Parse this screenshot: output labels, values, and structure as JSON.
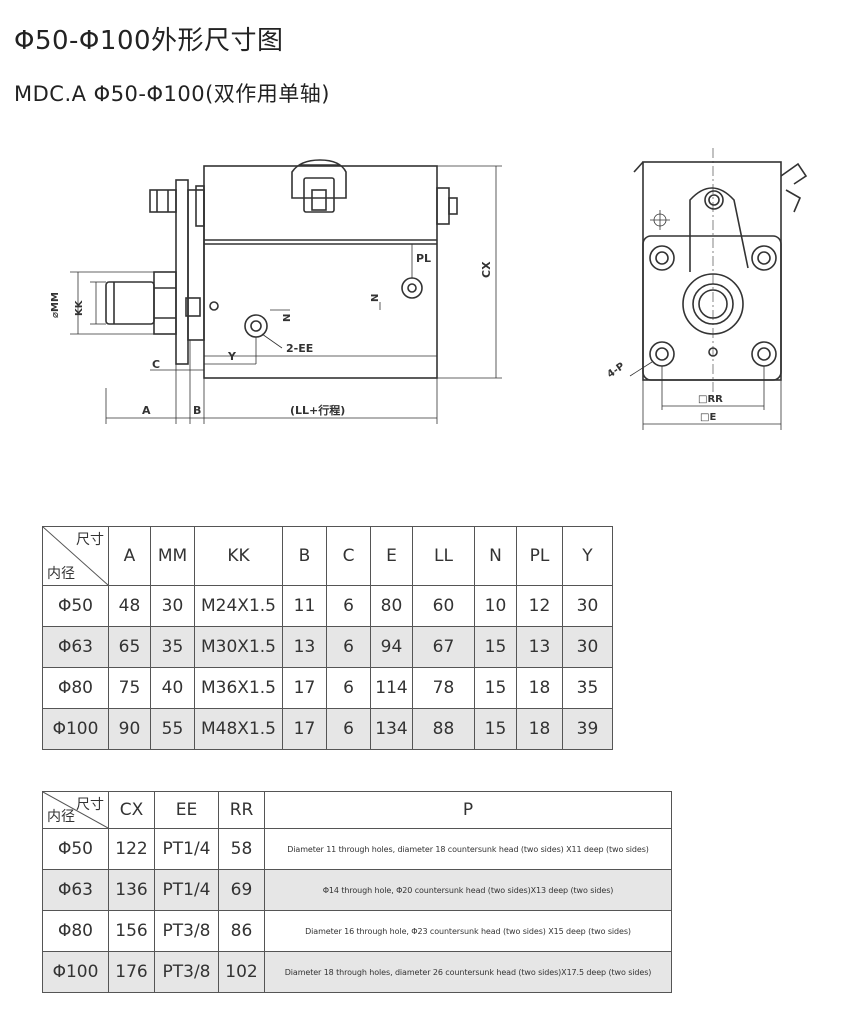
{
  "title": "Φ50-Φ100外形尺寸图",
  "subtitle": "MDC.A   Φ50-Φ100(双作用单轴)",
  "drawing": {
    "labels": {
      "mm": "⌀MM",
      "kk": "KK",
      "pl": "PL",
      "cx": "CX",
      "n1": "N",
      "n2": "N",
      "ee": "2-EE",
      "y": "Y",
      "c": "C",
      "a": "A",
      "b": "B",
      "ll": "(LL+行程)",
      "p": "4-P",
      "rr": "□RR",
      "e": "□E"
    }
  },
  "table1": {
    "corner_top": "尺寸",
    "corner_bottom": "内径",
    "headers": [
      "A",
      "MM",
      "KK",
      "B",
      "C",
      "E",
      "LL",
      "N",
      "PL",
      "Y"
    ],
    "rows": [
      [
        "Φ50",
        "48",
        "30",
        "M24X1.5",
        "11",
        "6",
        "80",
        "60",
        "10",
        "12",
        "30"
      ],
      [
        "Φ63",
        "65",
        "35",
        "M30X1.5",
        "13",
        "6",
        "94",
        "67",
        "15",
        "13",
        "30"
      ],
      [
        "Φ80",
        "75",
        "40",
        "M36X1.5",
        "17",
        "6",
        "114",
        "78",
        "15",
        "18",
        "35"
      ],
      [
        "Φ100",
        "90",
        "55",
        "M48X1.5",
        "17",
        "6",
        "134",
        "88",
        "15",
        "18",
        "39"
      ]
    ]
  },
  "table2": {
    "corner_top": "尺寸",
    "corner_bottom": "内径",
    "headers": [
      "CX",
      "EE",
      "RR",
      "P"
    ],
    "rows": [
      [
        "Φ50",
        "122",
        "PT1/4",
        "58",
        "Diameter 11 through holes, diameter 18 countersunk head (two sides) X11 deep (two sides)"
      ],
      [
        "Φ63",
        "136",
        "PT1/4",
        "69",
        "Φ14 through hole, Φ20 countersunk head (two sides)X13 deep (two sides)"
      ],
      [
        "Φ80",
        "156",
        "PT3/8",
        "86",
        "Diameter 16 through hole, Φ23 countersunk head (two sides) X15 deep (two sides)"
      ],
      [
        "Φ100",
        "176",
        "PT3/8",
        "102",
        "Diameter 18 through holes, diameter 26 countersunk head (two sides)X17.5 deep (two sides)"
      ]
    ]
  }
}
